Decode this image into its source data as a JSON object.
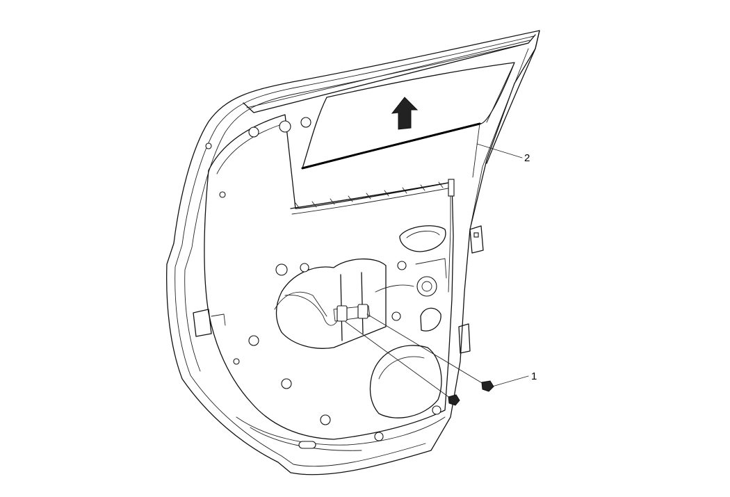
{
  "callouts": [
    {
      "id": "1",
      "label": "1"
    },
    {
      "id": "2",
      "label": "2"
    }
  ],
  "icons": {
    "direction_arrow": "up-arrow-icon"
  },
  "colors": {
    "line": "#111111",
    "background": "#ffffff"
  }
}
